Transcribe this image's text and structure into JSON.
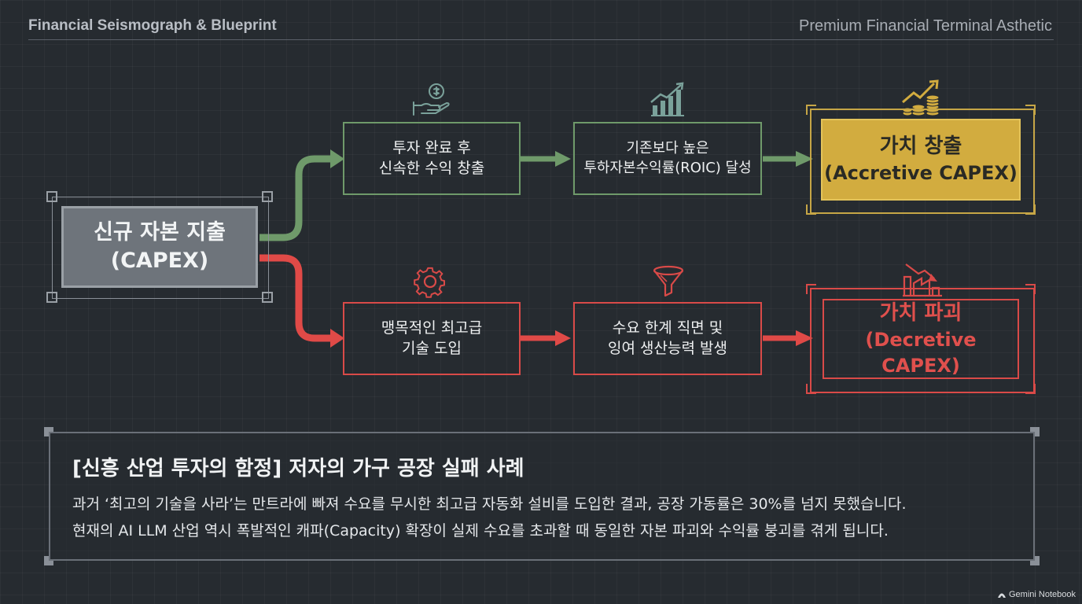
{
  "header": {
    "left_title": "Financial Seismograph & Blueprint",
    "right_title": "Premium Financial Terminal Asthetic"
  },
  "diagram": {
    "source": {
      "line1": "신규 자본 지출",
      "line2": "(CAPEX)"
    },
    "top_path": {
      "step1": {
        "line1": "투자 완료 후",
        "line2": "신속한 수익 창출",
        "icon": "money-hand-icon"
      },
      "step2": {
        "line1": "기존보다 높은",
        "line2": "투하자본수익률(ROIC) 달성",
        "icon": "growth-chart-icon"
      },
      "outcome": {
        "line1": "가치 창출",
        "line2": "(Accretive CAPEX)",
        "icon": "coins-up-icon"
      },
      "color": "#6f9a6a",
      "outcome_color": "#d2ac3f"
    },
    "bottom_path": {
      "step1": {
        "line1": "맹목적인 최고급",
        "line2": "기술 도입",
        "icon": "gear-icon"
      },
      "step2": {
        "line1": "수요 한계 직면 및",
        "line2": "잉여 생산능력 발생",
        "icon": "funnel-icon"
      },
      "outcome": {
        "line1": "가치 파괴",
        "line2": "(Decretive CAPEX)",
        "icon": "factory-decline-icon"
      },
      "color": "#d94a48"
    }
  },
  "note": {
    "title": "[신흥 산업 투자의 함정] 저자의 가구 공장 실패 사례",
    "line1": "과거 ‘최고의 기술을 사라’는 만트라에 빠져 수요를 무시한 최고급 자동화 설비를 도입한 결과, 공장 가동률은 30%를 넘지 못했습니다.",
    "line2": "현재의 AI LLM 산업 역시 폭발적인 캐파(Capacity) 확장이 실제 수요를 초과할 때 동일한 자본 파괴와 수익률 붕괴를 겪게 됩니다."
  },
  "brand": {
    "label": "Gemini Notebook"
  }
}
